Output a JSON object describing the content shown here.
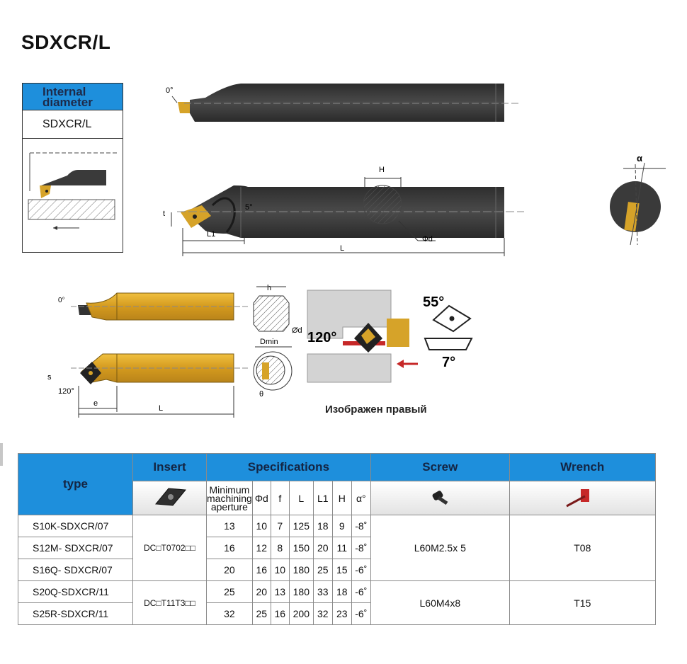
{
  "title": "SDXCR/L",
  "card": {
    "heading": "Internal diameter",
    "code": "SDXCR/L"
  },
  "labels": {
    "zero_deg_top": "0°",
    "H": "H",
    "alpha": "α",
    "t": "t",
    "five_deg": "5°",
    "L1": "L1",
    "L": "L",
    "phi_d": "Φd",
    "zero_deg_small": "0°",
    "s": "s",
    "deg120_small": "120°",
    "e": "e",
    "L_small": "L",
    "h": "h",
    "d_small": "Ød",
    "dmin": "Dmin",
    "theta": "θ",
    "deg55": "55°",
    "deg120": "120°",
    "deg7": "7°"
  },
  "caption": "Изображен правый",
  "table": {
    "headers": {
      "type": "type",
      "insert": "Insert",
      "specifications": "Specifications",
      "screw": "Screw",
      "wrench": "Wrench"
    },
    "spec_columns": [
      "Minimum machining aperture",
      "Φd",
      "f",
      "L",
      "L1",
      "H",
      "α°"
    ],
    "rows": [
      {
        "type": "S10K-SDXCR/07",
        "vals": [
          "13",
          "10",
          "7",
          "125",
          "18",
          "9",
          "-8˚"
        ]
      },
      {
        "type": "S12M- SDXCR/07",
        "vals": [
          "16",
          "12",
          "8",
          "150",
          "20",
          "11",
          "-8˚"
        ]
      },
      {
        "type": "S16Q- SDXCR/07",
        "vals": [
          "20",
          "16",
          "10",
          "180",
          "25",
          "15",
          "-6˚"
        ]
      },
      {
        "type": "S20Q-SDXCR/11",
        "vals": [
          "25",
          "20",
          "13",
          "180",
          "33",
          "18",
          "-6˚"
        ]
      },
      {
        "type": "S25R-SDXCR/11",
        "vals": [
          "32",
          "25",
          "16",
          "200",
          "32",
          "23",
          "-6˚"
        ]
      }
    ],
    "insert_groups": [
      "DC□T0702□□",
      "DC□T11T3□□"
    ],
    "screws": [
      "L60M2.5x 5",
      "L60M4x8"
    ],
    "wrenches": [
      "T08",
      "T15"
    ]
  },
  "colors": {
    "header_blue": "#1e8fdc",
    "tool_dark": "#3b3b3b",
    "tool_gold": "#d6a329",
    "red": "#c62828"
  }
}
